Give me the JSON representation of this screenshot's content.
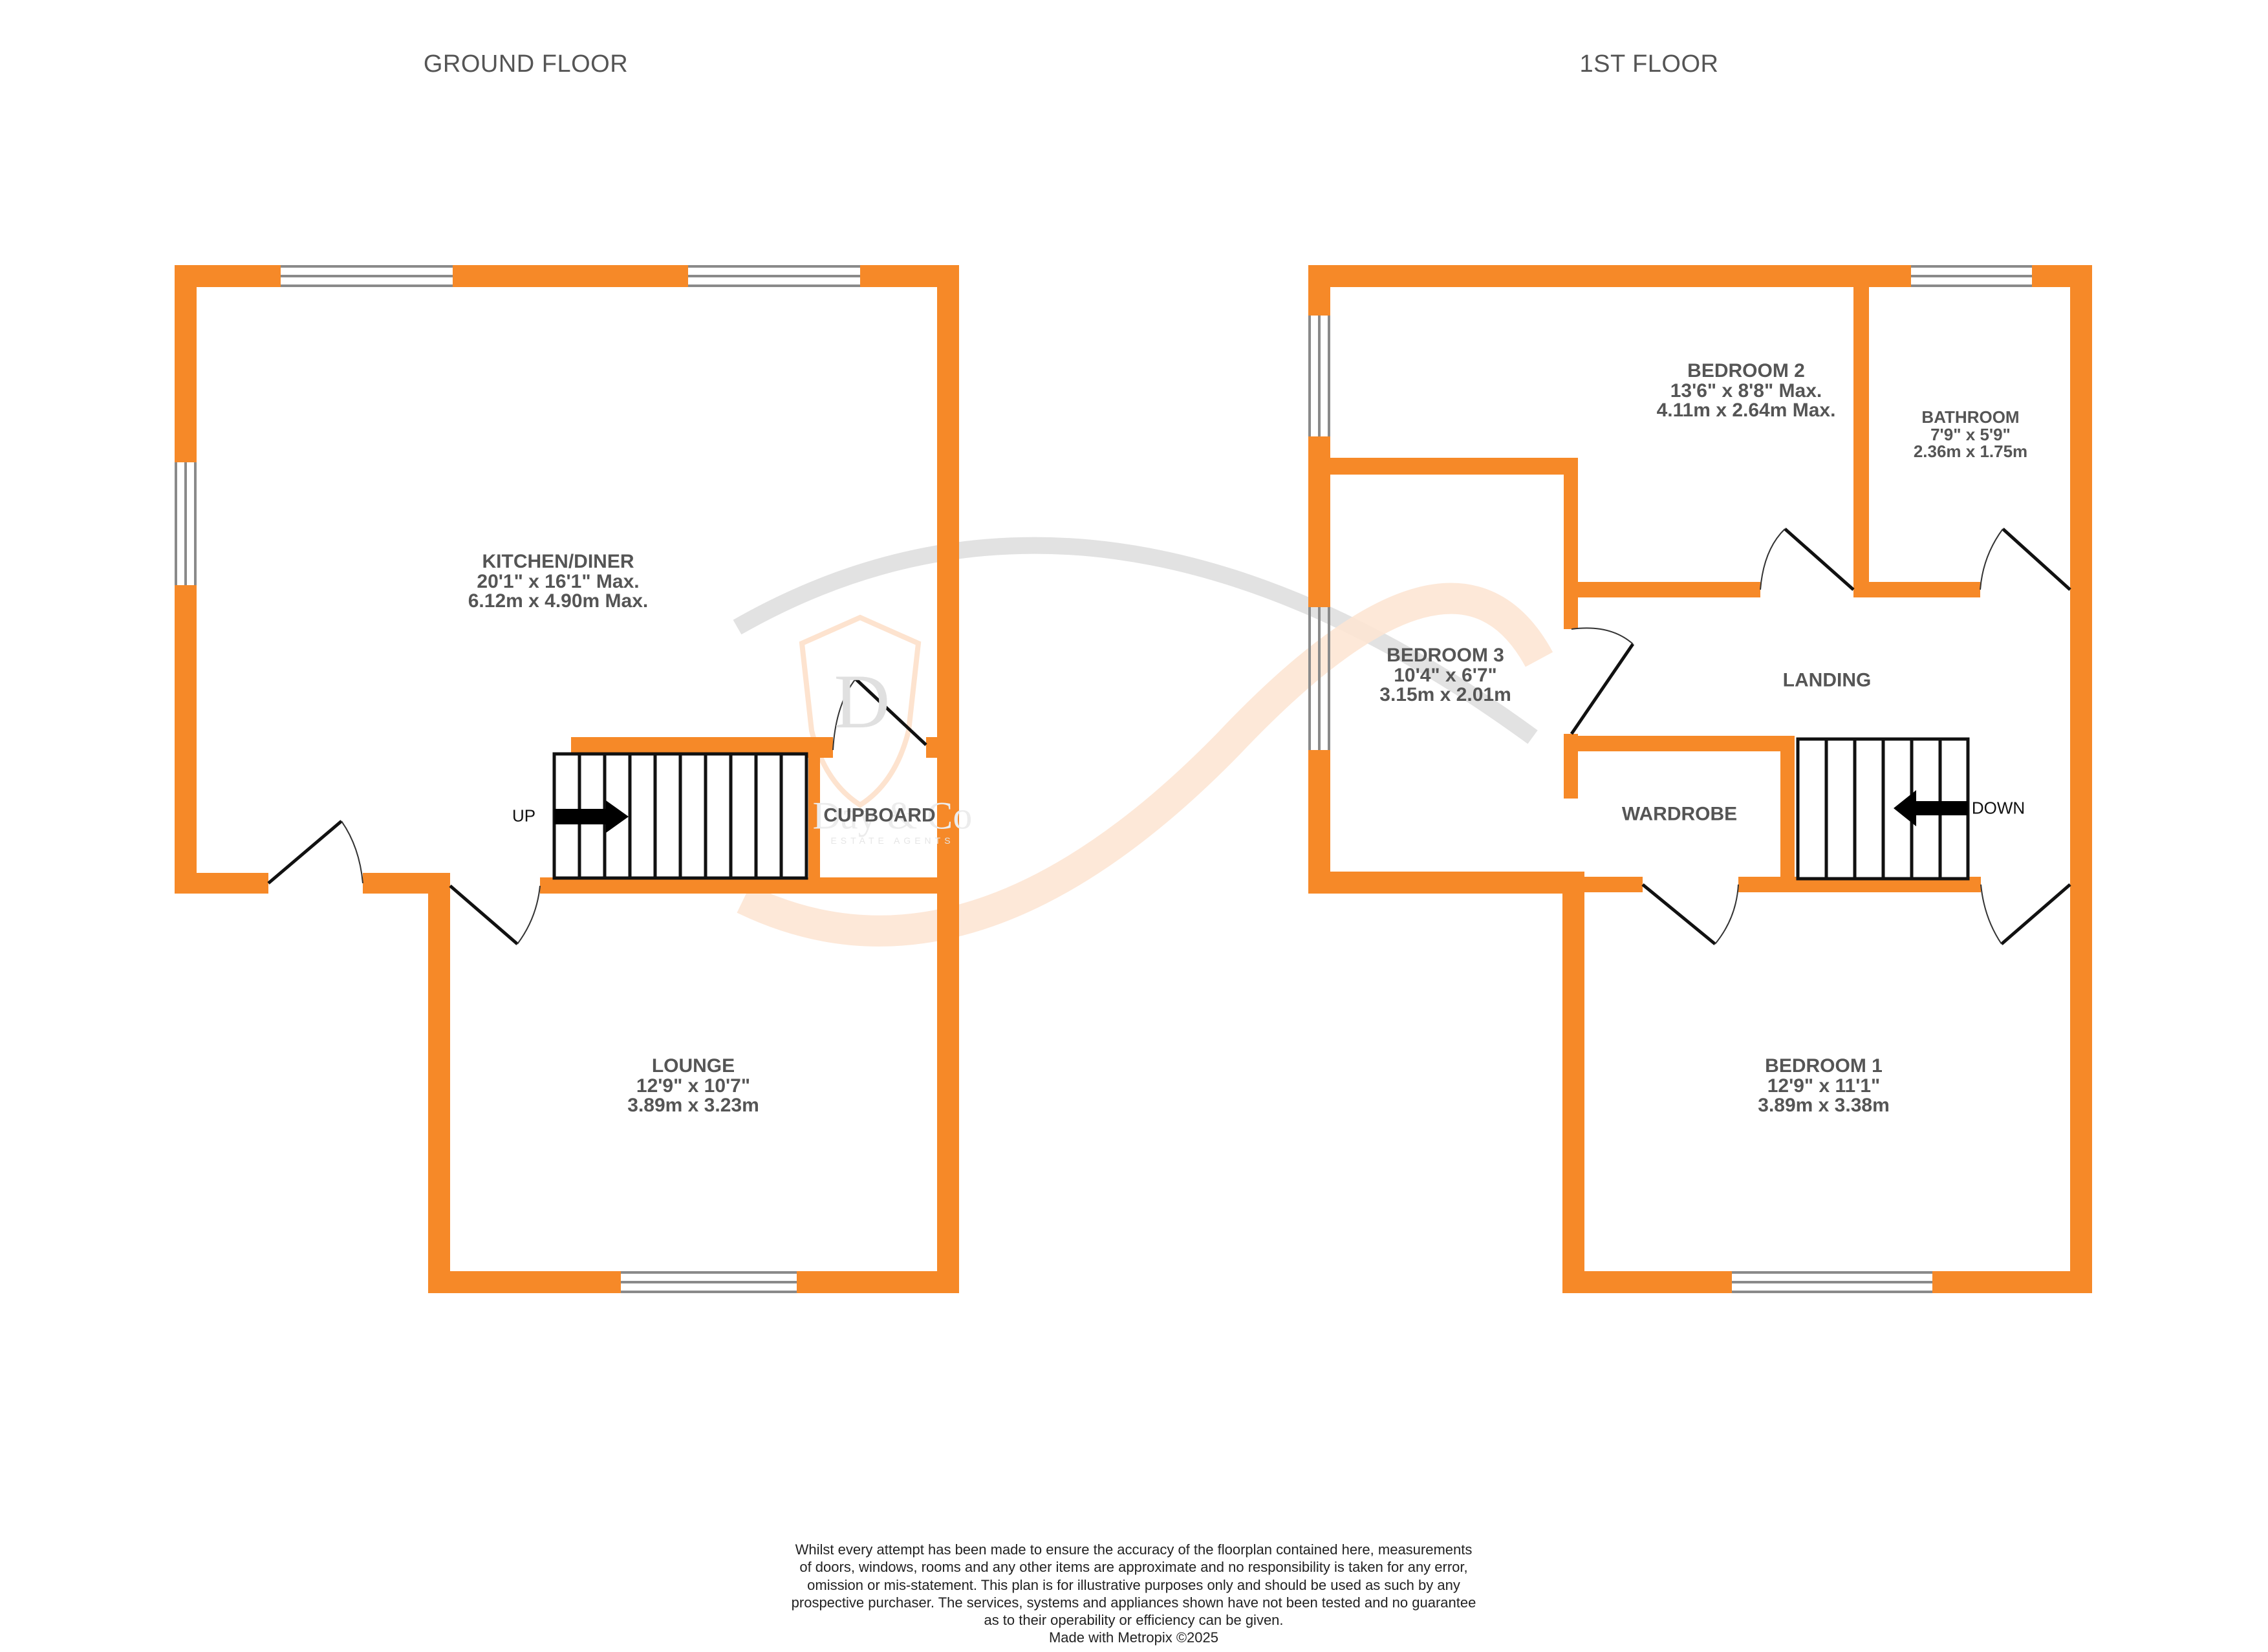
{
  "floors": [
    {
      "title": "GROUND FLOOR",
      "rooms": [
        {
          "name": "KITCHEN/DINER",
          "imperial": "20'1\"  x 16'1\" Max.",
          "metric": "6.12m  x 4.90m Max."
        },
        {
          "name": "LOUNGE",
          "imperial": "12'9\"  x 10'7\"",
          "metric": "3.89m  x 3.23m"
        },
        {
          "name": "CUPBOARD"
        }
      ],
      "stairs": {
        "direction_label": "UP",
        "steps": 10
      }
    },
    {
      "title": "1ST FLOOR",
      "rooms": [
        {
          "name": "BEDROOM 2",
          "imperial": "13'6\"  x 8'8\" Max.",
          "metric": "4.11m  x 2.64m Max."
        },
        {
          "name": "BATHROOM",
          "imperial": "7'9\"  x 5'9\"",
          "metric": "2.36m  x 1.75m"
        },
        {
          "name": "BEDROOM 3",
          "imperial": "10'4\"  x 6'7\"",
          "metric": "3.15m  x 2.01m"
        },
        {
          "name": "LANDING"
        },
        {
          "name": "WARDROBE"
        },
        {
          "name": "BEDROOM 1",
          "imperial": "12'9\"  x 11'1\"",
          "metric": "3.89m  x 3.38m"
        }
      ],
      "stairs": {
        "direction_label": "DOWN",
        "steps": 6
      }
    }
  ],
  "watermark": {
    "initial": "D",
    "brand": "Day & Co",
    "tagline": "ESTATE AGENTS"
  },
  "colors": {
    "wall": "#f68928",
    "window": "#8a8a8a",
    "text": "#555555",
    "door": "#111111"
  },
  "disclaimer": {
    "lines": [
      "Whilst every attempt has been made to ensure the accuracy of the floorplan contained here, measurements",
      "of doors, windows, rooms and any other items are approximate and no responsibility is taken for any error,",
      "omission or mis-statement. This plan is for illustrative purposes only and should be used as such by any",
      "prospective purchaser. The services, systems and appliances shown have not been tested and no guarantee",
      "as to their operability or efficiency can be given."
    ],
    "credit": "Made with Metropix ©2025"
  }
}
